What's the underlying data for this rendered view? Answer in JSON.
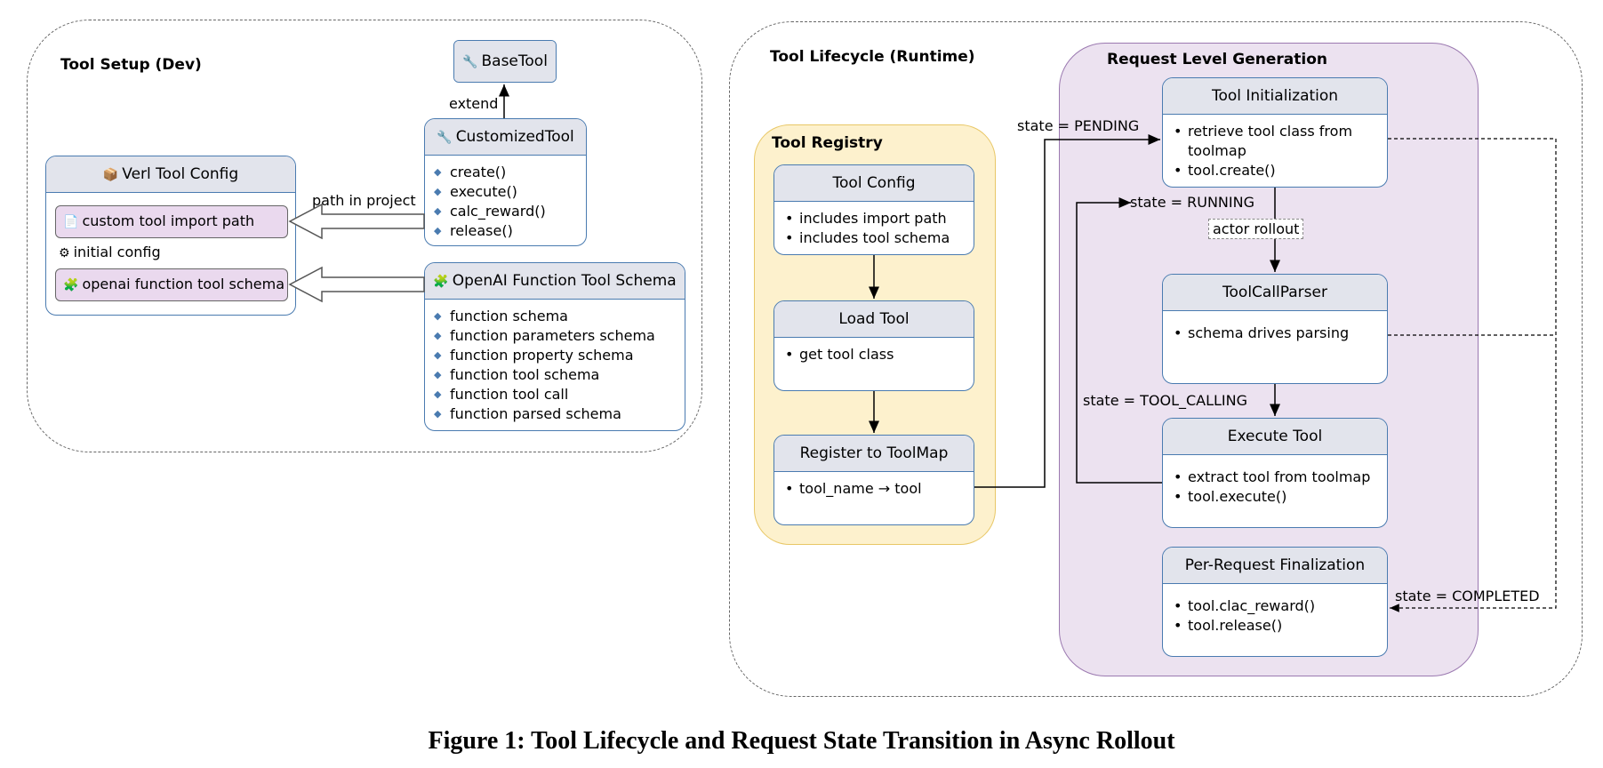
{
  "setup": {
    "title": "Tool Setup (Dev)",
    "basetool": {
      "icon": "wrench-icon",
      "label": "BaseTool"
    },
    "extend_label": "extend",
    "customized": {
      "icon": "wrench-icon",
      "label": "CustomizedTool",
      "items": [
        "create()",
        "execute()",
        "calc_reward()",
        "release()"
      ]
    },
    "verl": {
      "icon": "package-icon",
      "label": "Verl Tool Config",
      "import_path": {
        "icon": "document-icon",
        "label": "custom tool import path"
      },
      "initial": {
        "icon": "gear-icon",
        "label": "initial config"
      },
      "schema": {
        "icon": "puzzle-icon",
        "label": "openai function tool schema"
      }
    },
    "path_label": "path in project",
    "openai": {
      "icon": "puzzle-icon",
      "label": "OpenAI Function Tool Schema",
      "items": [
        "function schema",
        "function parameters schema",
        "function property schema",
        "function tool schema",
        "function tool call",
        "function parsed schema"
      ]
    }
  },
  "lifecycle": {
    "title": "Tool Lifecycle (Runtime)",
    "registry": {
      "title": "Tool Registry",
      "config": {
        "label": "Tool Config",
        "items": [
          "includes import path",
          "includes tool schema"
        ]
      },
      "load": {
        "label": "Load Tool",
        "items": [
          "get tool class"
        ]
      },
      "register": {
        "label": "Register to ToolMap",
        "items": [
          "tool_name → tool"
        ]
      }
    },
    "request": {
      "title": "Request Level Generation",
      "init": {
        "label": "Tool Initialization",
        "items": [
          "retrieve tool class from",
          "toolmap",
          "tool.create()"
        ]
      },
      "parser": {
        "label": "ToolCallParser",
        "items": [
          "schema drives parsing"
        ]
      },
      "execute": {
        "label": "Execute Tool",
        "items": [
          "extract tool from toolmap",
          "tool.execute()"
        ]
      },
      "final": {
        "label": "Per-Request Finalization",
        "items": [
          "tool.clac_reward()",
          "tool.release()"
        ]
      }
    },
    "states": {
      "pending": "state = PENDING",
      "running": "state = RUNNING",
      "tool_calling": "state = TOOL_CALLING",
      "completed": "state = COMPLETED"
    },
    "actor_rollout": "actor rollout"
  },
  "caption": "Figure 1: Tool Lifecycle and Request State Transition in Async Rollout",
  "colors": {
    "box_border": "#4a7bb0",
    "header_fill": "#e2e4ec",
    "registry_fill": "#fdf1cd",
    "registry_border": "#e8c766",
    "request_fill": "#ece2f0",
    "request_border": "#9b79b0",
    "item_fill": "#ead9ee"
  }
}
